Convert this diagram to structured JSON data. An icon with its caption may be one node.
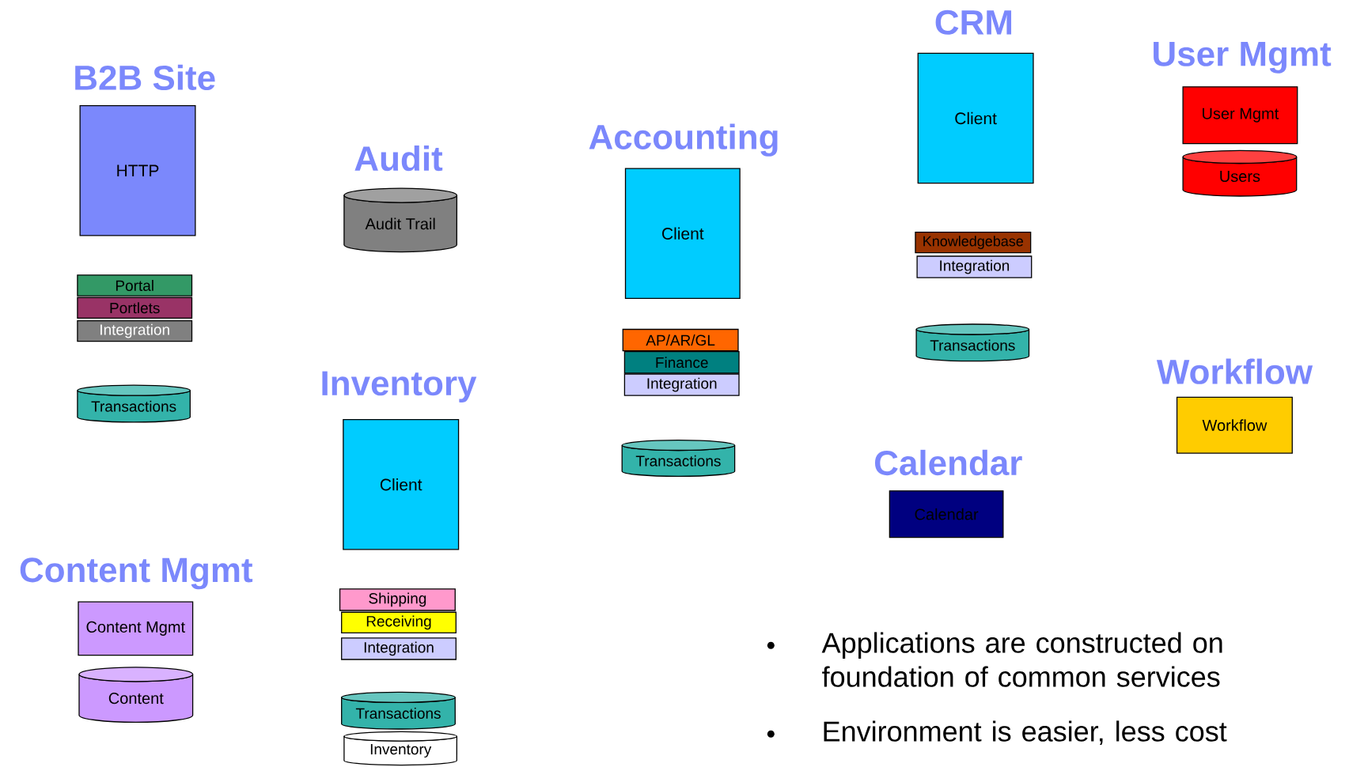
{
  "diagram": {
    "nodes": [
      {
        "text": [
          "HTTP"
        ],
        "beside": [
          "B2B Site"
        ]
      },
      {
        "text": [
          "Portal"
        ]
      },
      {
        "text": [
          "Portlets"
        ]
      },
      {
        "text": [
          "Integration"
        ]
      },
      {
        "text": [
          "Transactions"
        ]
      },
      {
        "text": [
          "Audit Trail"
        ],
        "beside": [
          "Audit"
        ]
      },
      {
        "text": [
          "Client"
        ],
        "beside": [
          "Inventory"
        ]
      },
      {
        "text": [
          "Shipping"
        ]
      },
      {
        "text": [
          "Receiving"
        ]
      },
      {
        "text": [
          "Integration"
        ]
      },
      {
        "text": [
          "Transactions"
        ]
      },
      {
        "text": [
          "Inventory"
        ]
      },
      {
        "text": [
          "Content Mgmt"
        ],
        "beside": [
          "Content Mgmt"
        ]
      },
      {
        "text": [
          "Content"
        ]
      },
      {
        "text": [
          "Client"
        ],
        "beside": [
          "Accounting"
        ]
      },
      {
        "text": [
          "AP/AR/GL"
        ]
      },
      {
        "text": [
          "Finance"
        ]
      },
      {
        "text": [
          "Integration"
        ]
      },
      {
        "text": [
          "Transactions"
        ]
      },
      {
        "text": [
          "Client"
        ],
        "beside": [
          "CRM"
        ]
      },
      {
        "text": [
          "Knowledgebase"
        ]
      },
      {
        "text": [
          "Integration"
        ]
      },
      {
        "text": [
          "Transactions"
        ]
      },
      {
        "text": [
          "Calendar"
        ],
        "beside": [
          "Calendar"
        ]
      },
      {
        "text": [
          "User Mgmt"
        ],
        "beside": [
          "User Mgmt"
        ]
      },
      {
        "text": [
          "Users"
        ]
      },
      {
        "text": [
          "Workflow"
        ],
        "beside": [
          "Workflow"
        ]
      }
    ],
    "labels": [
      "Applications are constructed on foundation of common services",
      "Environment is easier, less cost"
    ]
  }
}
